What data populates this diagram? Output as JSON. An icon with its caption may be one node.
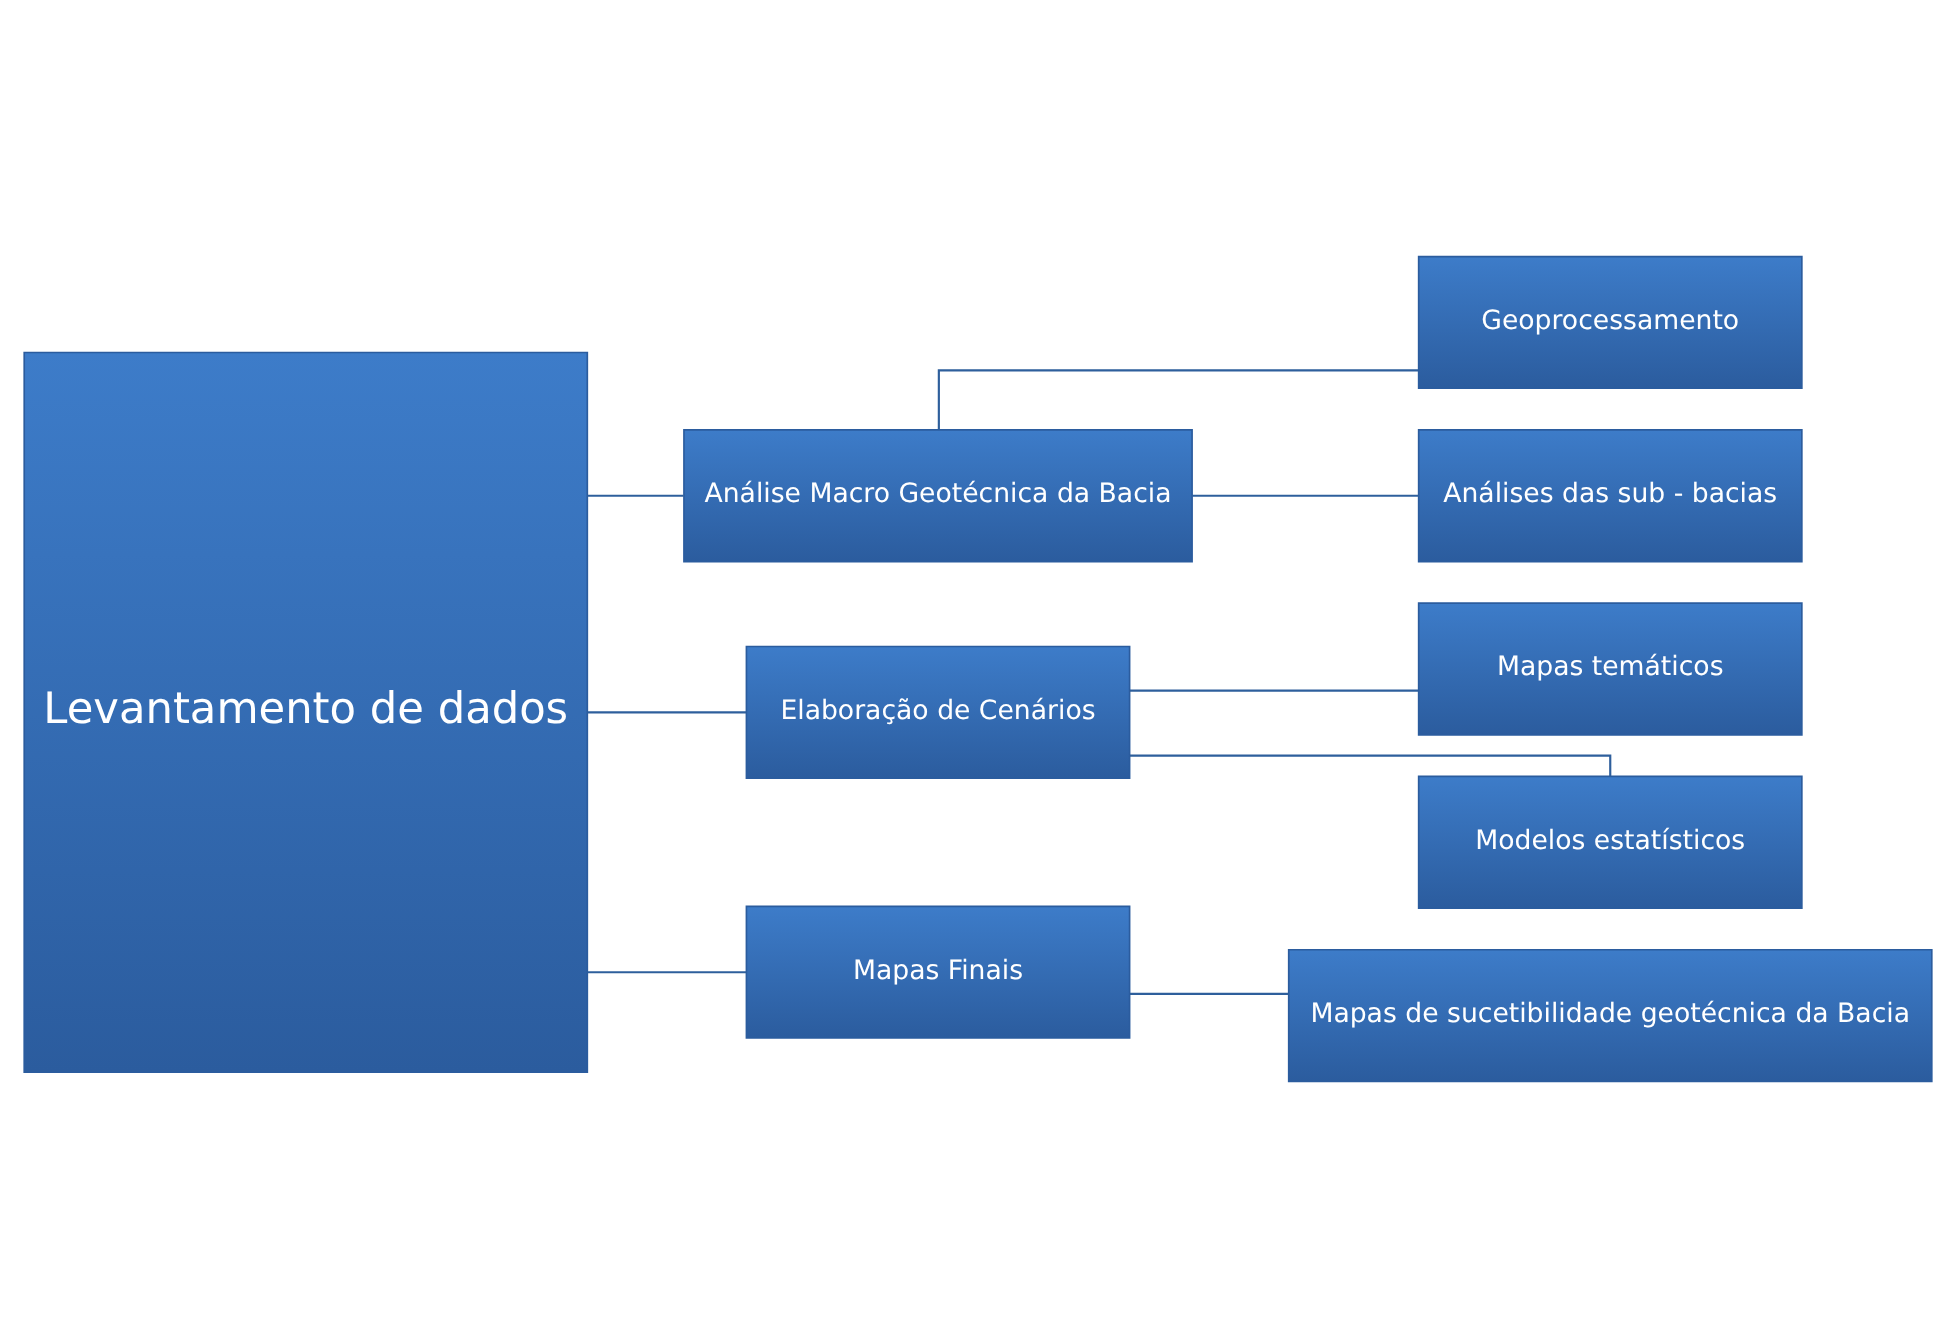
{
  "diagram": {
    "nodes": [
      {
        "text": [
          "Levantamento de dados"
        ]
      },
      {
        "text": [
          "Análise Macro Geotécnica da Bacia"
        ]
      },
      {
        "text": [
          "Geoprocessamento"
        ]
      },
      {
        "text": [
          "Análises das sub - bacias"
        ]
      },
      {
        "text": [
          "Elaboração de Cenários"
        ]
      },
      {
        "text": [
          "Mapas temáticos"
        ]
      },
      {
        "text": [
          "Modelos estatísticos"
        ]
      },
      {
        "text": [
          "Mapas Finais"
        ]
      },
      {
        "text": [
          "Mapas de sucetibilidade geotécnica da Bacia"
        ]
      }
    ],
    "edges": [
      {
        "from": 0,
        "to": 1,
        "arrow": "none"
      },
      {
        "from": 0,
        "to": 4,
        "arrow": "none"
      },
      {
        "from": 0,
        "to": 7,
        "arrow": "none"
      },
      {
        "from": 1,
        "to": 2,
        "arrow": "none"
      },
      {
        "from": 1,
        "to": 3,
        "arrow": "none"
      },
      {
        "from": 4,
        "to": 5,
        "arrow": "none"
      },
      {
        "from": 4,
        "to": 6,
        "arrow": "none"
      },
      {
        "from": 7,
        "to": 8,
        "arrow": "none"
      }
    ]
  }
}
